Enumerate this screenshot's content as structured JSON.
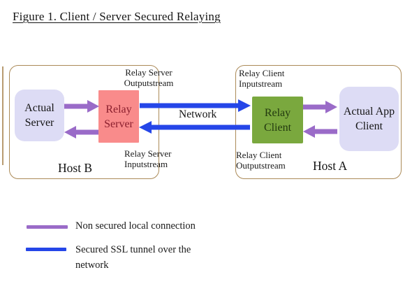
{
  "title": "Figure 1. Client / Server Secured Relaying",
  "colors": {
    "purple_arrow": "#9a6bc8",
    "blue_arrow": "#2546e8",
    "host_border": "#ab8a58",
    "lavender_box": "#dddcf5",
    "pink_box": "#f98b8b",
    "green_box": "#7aa83e",
    "relay_server_text": "#8b1f2e",
    "relay_client_text": "#22390f"
  },
  "host_b": {
    "label": "Host B",
    "actual_server": "Actual\nServer",
    "relay_server": "Relay\nServer",
    "outputstream_label": "Relay Server\nOutputstream",
    "inputstream_label": "Relay Server\nInputstream"
  },
  "host_a": {
    "label": "Host A",
    "relay_client": "Relay\nClient",
    "actual_app_client": "Actual App\nClient",
    "inputstream_label": "Relay Client\nInputstream",
    "outputstream_label": "Relay Client\nOutputstream"
  },
  "network_label": "Network",
  "legend": {
    "non_secured": "Non secured local connection",
    "secured": "Secured SSL tunnel over the\nnetwork"
  }
}
